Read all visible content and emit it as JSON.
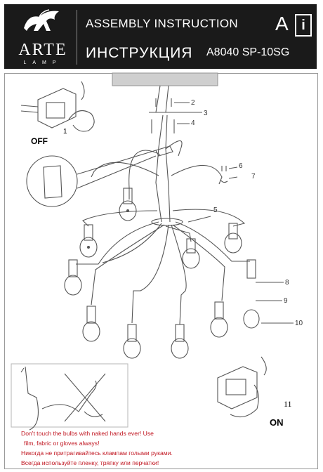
{
  "header": {
    "brand": "ARTE",
    "brand_sub": "LAMP",
    "title_en": "ASSEMBLY INSTRUCTION",
    "title_ru": "ИНСТРУКЦИЯ",
    "model": "A8040 SP-10SG",
    "badge_a": "A",
    "badge_i": "i",
    "background": "#1a1a1a"
  },
  "switch": {
    "off_label": "OFF",
    "on_label": "ON",
    "step_off": "1",
    "step_on": "11"
  },
  "callouts": [
    "2",
    "3",
    "4",
    "5",
    "6",
    "7",
    "8",
    "9",
    "10"
  ],
  "warnings": [
    "Don't touch the bulbs with naked hands ever! Use",
    "film, fabric or gloves always!",
    "Никогда не притрагивайтесь клампам голыми руками.",
    "Всегда используйте пленку, тряпку или перчатки!"
  ],
  "colors": {
    "warning_text": "#c0141f",
    "line": "#555555"
  }
}
